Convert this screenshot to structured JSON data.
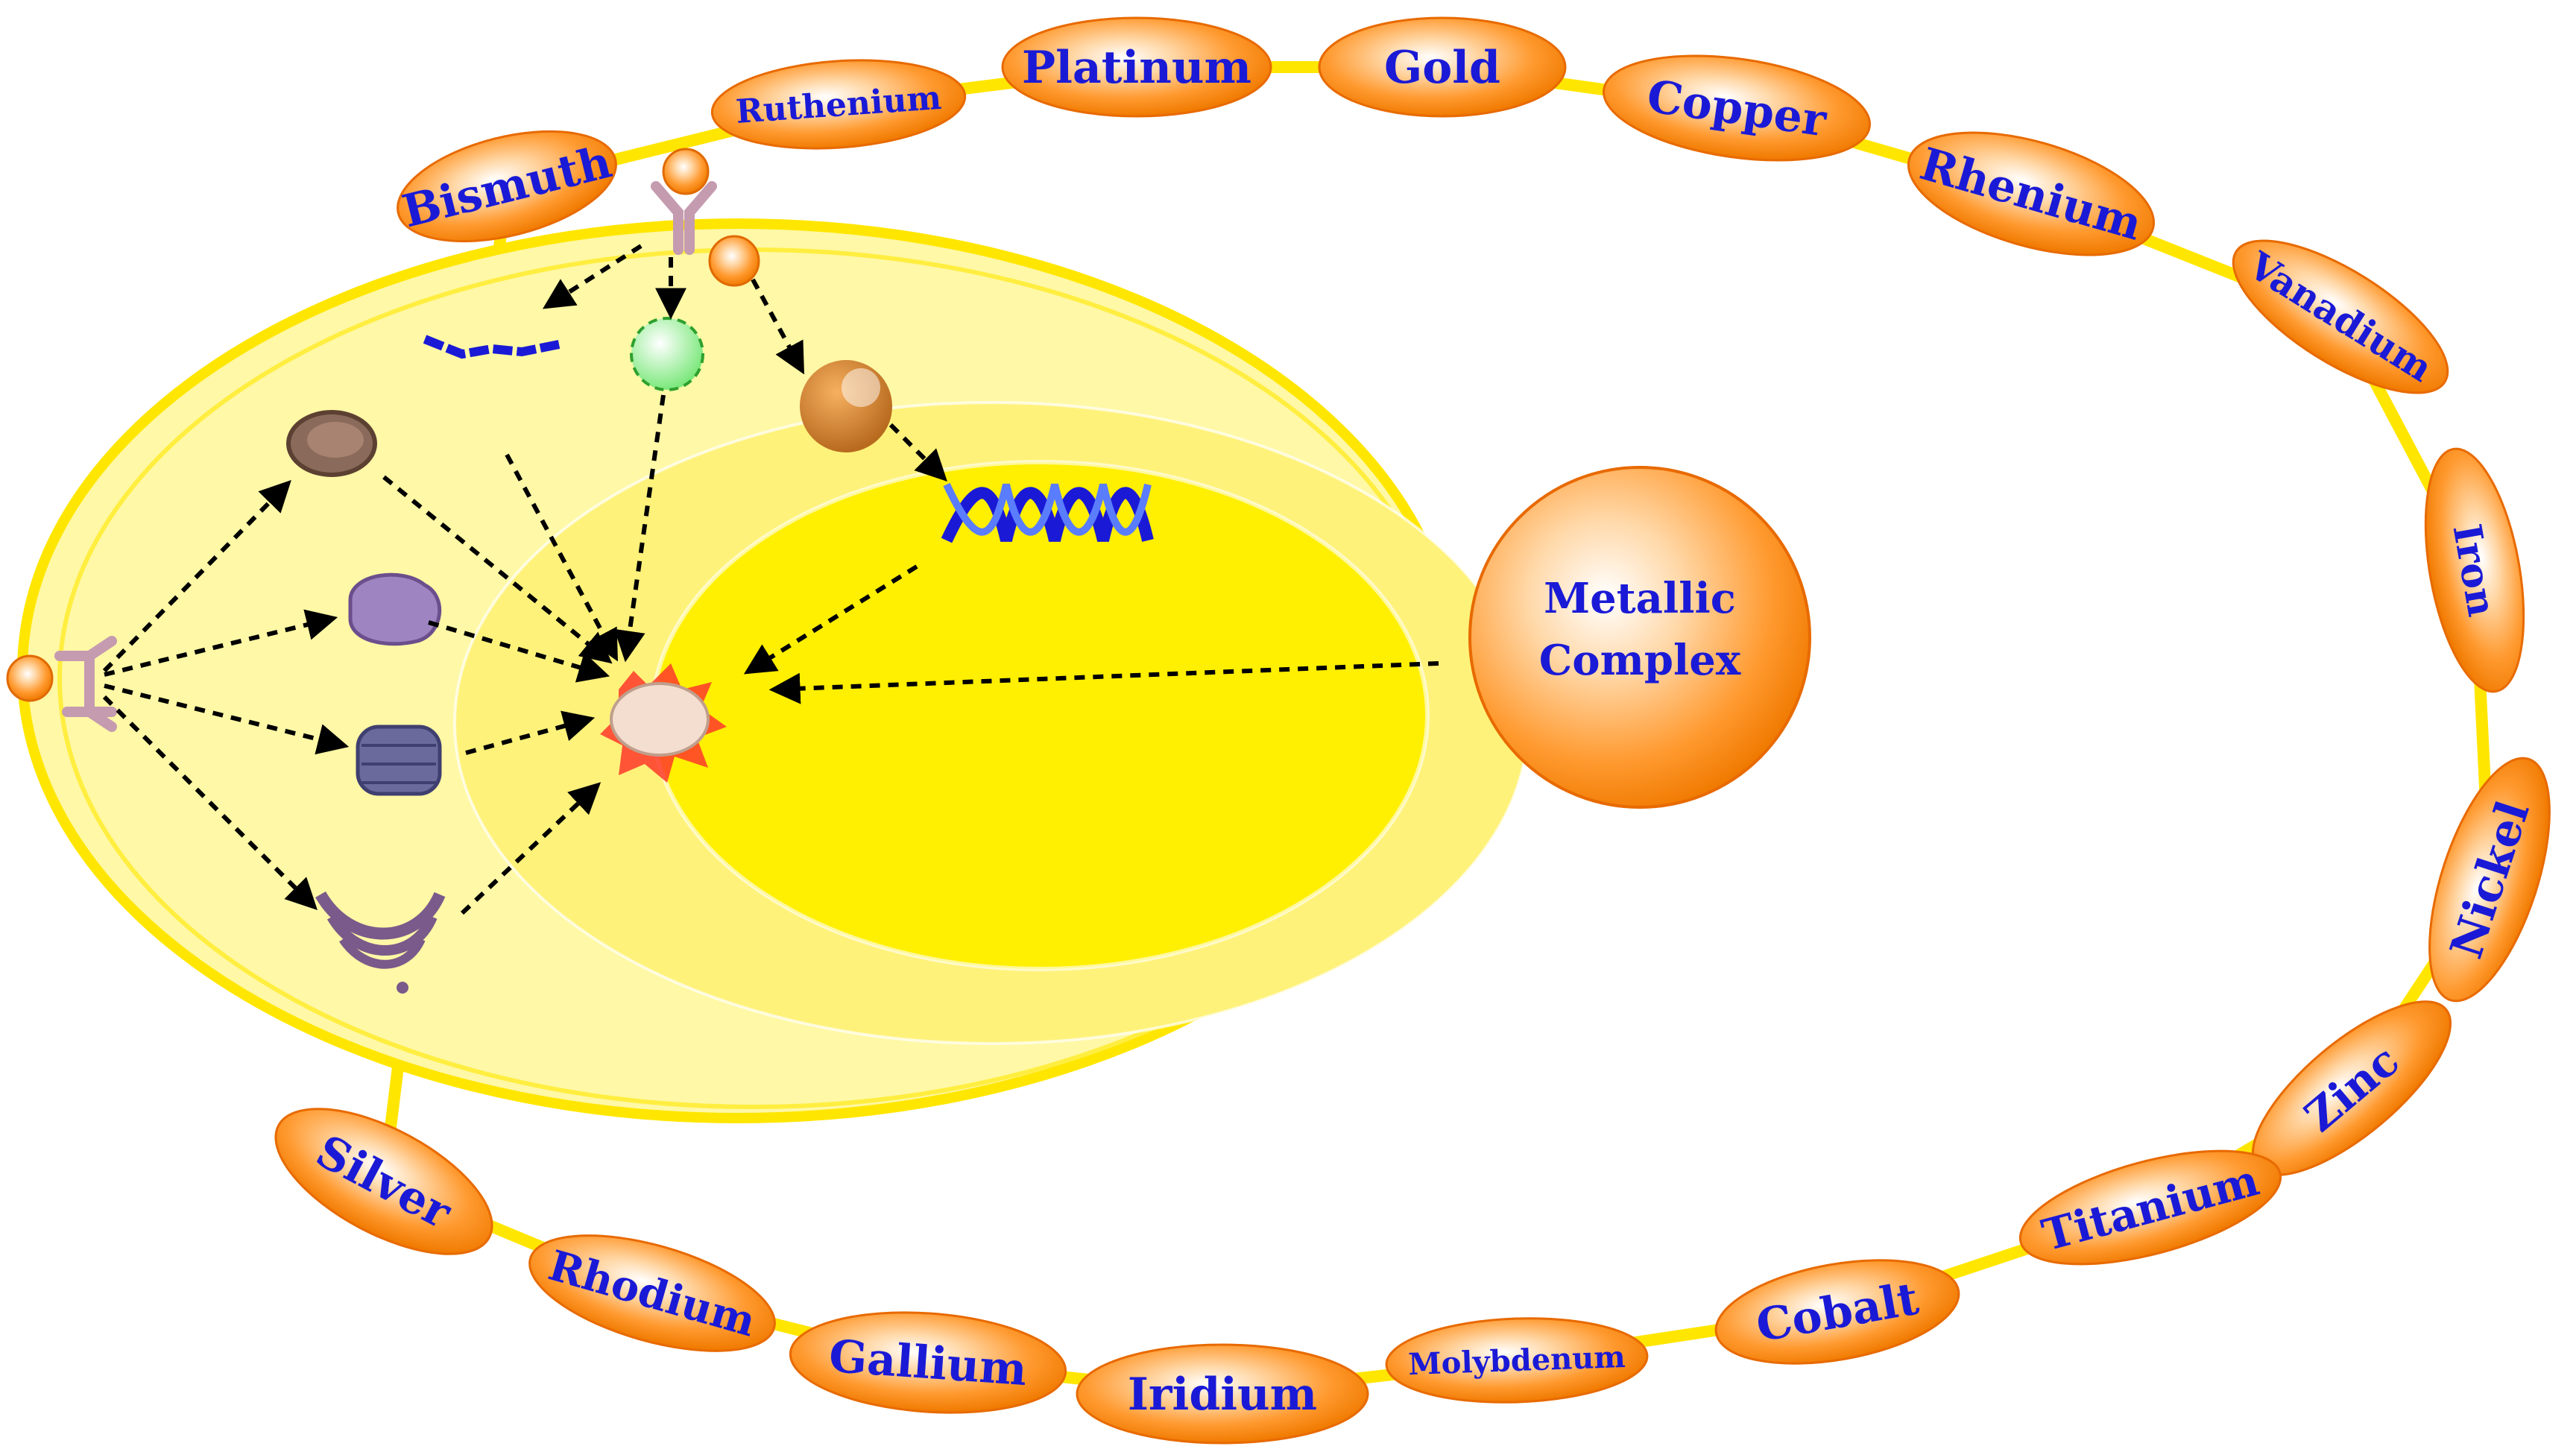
{
  "center": {
    "line1": "Metallic",
    "line2": "Complex"
  },
  "metals": [
    "Bismuth",
    "Ruthenium",
    "Platinum",
    "Gold",
    "Copper",
    "Rhenium",
    "Vanadium",
    "Iron",
    "Nickel",
    "Zinc",
    "Titanium",
    "Cobalt",
    "Molybdenum",
    "Iridium",
    "Gallium",
    "Rhodium",
    "Silver"
  ],
  "colors": {
    "ring": "#ffe600",
    "node_fill": "#ff8a1e",
    "label": "#1a1ad6",
    "cell": "#fff6a0",
    "nucleus": "#ffef00"
  }
}
